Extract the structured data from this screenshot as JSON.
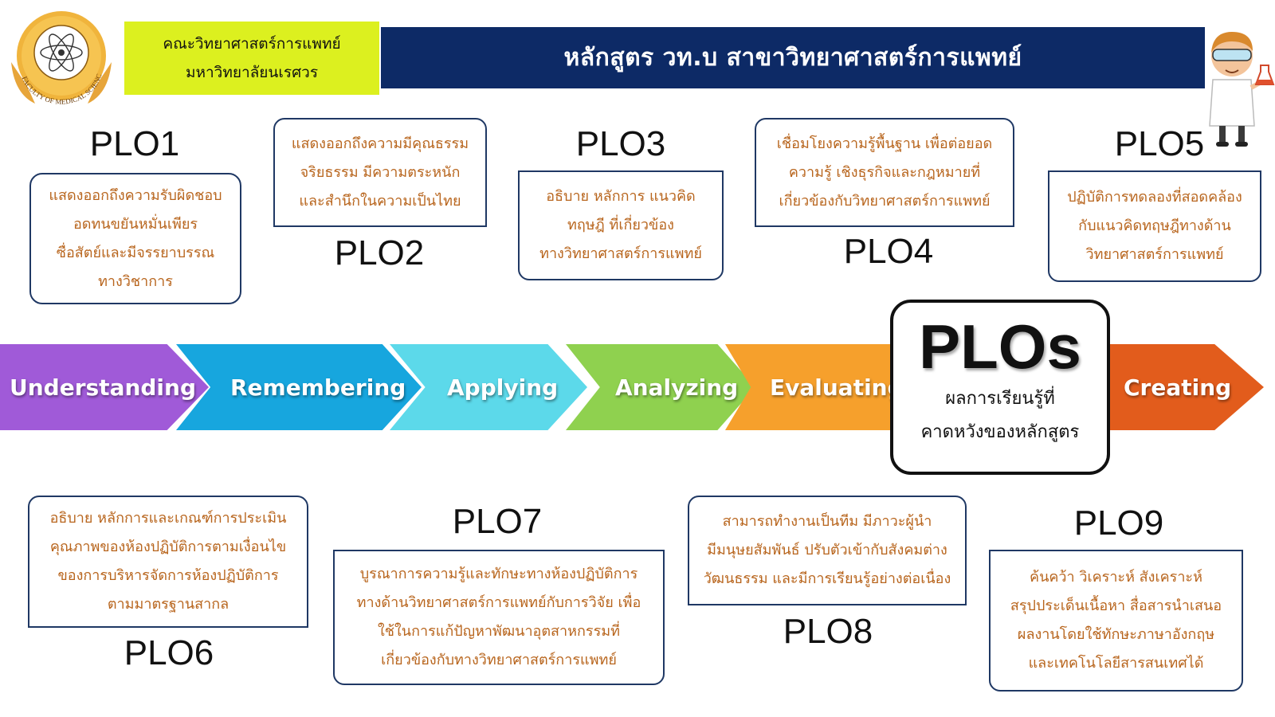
{
  "header": {
    "faculty_line1": "คณะวิทยาศาสตร์การแพทย์",
    "faculty_line2": "มหาวิทยาลัยนเรศวร",
    "program_title": "หลักสูตร วท.บ สาขาวิทยาศาสตร์การแพทย์",
    "logo_icon": "faculty-seal-icon",
    "logo_ring_text": "FACULTY OF MEDICAL SCIENCE",
    "mascot_icon": "scientist-icon"
  },
  "plos": [
    {
      "title": "PLO1",
      "lines": [
        "แสดงออกถึงความรับผิดชอบ",
        "อดทนขยันหมั่นเพียร",
        "ซื่อสัตย์และมีจรรยาบรรณ",
        "ทางวิชาการ"
      ]
    },
    {
      "title": "PLO2",
      "lines": [
        "แสดงออกถึงความมีคุณธรรม",
        "จริยธรรม มีความตระหนัก",
        "และสำนึกในความเป็นไทย"
      ]
    },
    {
      "title": "PLO3",
      "lines": [
        "อธิบาย หลักการ แนวคิด",
        "ทฤษฎี ที่เกี่ยวข้อง",
        "ทางวิทยาศาสตร์การแพทย์"
      ]
    },
    {
      "title": "PLO4",
      "lines": [
        "เชื่อมโยงความรู้พื้นฐาน เพื่อต่อยอด",
        "ความรู้ เชิงธุรกิจและกฎหมายที่",
        "เกี่ยวข้องกับวิทยาศาสตร์การแพทย์"
      ]
    },
    {
      "title": "PLO5",
      "lines": [
        "ปฏิบัติการทดลองที่สอดคล้อง",
        "กับแนวคิดทฤษฎีทางด้าน",
        "วิทยาศาสตร์การแพทย์"
      ]
    },
    {
      "title": "PLO6",
      "lines": [
        "อธิบาย หลักการและเกณฑ์การประเมิน",
        "คุณภาพของห้องปฏิบัติการตามเงื่อนไข",
        "ของการบริหารจัดการห้องปฏิบัติการ",
        "ตามมาตรฐานสากล"
      ]
    },
    {
      "title": "PLO7",
      "lines": [
        "บูรณาการความรู้และทักษะทางห้องปฏิบัติการ",
        "ทางด้านวิทยาศาสตร์การแพทย์กับการวิจัย เพื่อ",
        "ใช้ในการแก้ปัญหาพัฒนาอุตสาหกรรมที่",
        "เกี่ยวข้องกับทางวิทยาศาสตร์การแพทย์"
      ]
    },
    {
      "title": "PLO8",
      "lines": [
        "สามารถทำงานเป็นทีม มีภาวะผู้นำ",
        "มีมนุษยสัมพันธ์ ปรับตัวเข้ากับสังคมต่าง",
        "วัฒนธรรม และมีการเรียนรู้อย่างต่อเนื่อง"
      ]
    },
    {
      "title": "PLO9",
      "lines": [
        "ค้นคว้า วิเคราะห์ สังเคราะห์",
        "สรุปประเด็นเนื้อหา สื่อสารนำเสนอ",
        "ผลงานโดยใช้ทักษะภาษาอังกฤษ",
        "และเทคโนโลยีสารสนเทศได้"
      ]
    }
  ],
  "process": {
    "steps": [
      {
        "label": "Understanding",
        "color": "#a05ad8"
      },
      {
        "label": "Remembering",
        "color": "#17a6de"
      },
      {
        "label": "Applying",
        "color": "#5cd9ea"
      },
      {
        "label": "Analyzing",
        "color": "#8fd14f"
      },
      {
        "label": "Evaluating",
        "color": "#f6a02c"
      },
      {
        "label": "Creating",
        "color": "#e25c1c"
      }
    ],
    "center_title": "PLOs",
    "center_sub1": "ผลการเรียนรู้ที่",
    "center_sub2": "คาดหวังของหลักสูตร"
  },
  "colors": {
    "header_bar": "#0d2a66",
    "faculty_box": "#dcf01f",
    "box_border": "#1f3864",
    "plo_text": "#b8651d"
  }
}
